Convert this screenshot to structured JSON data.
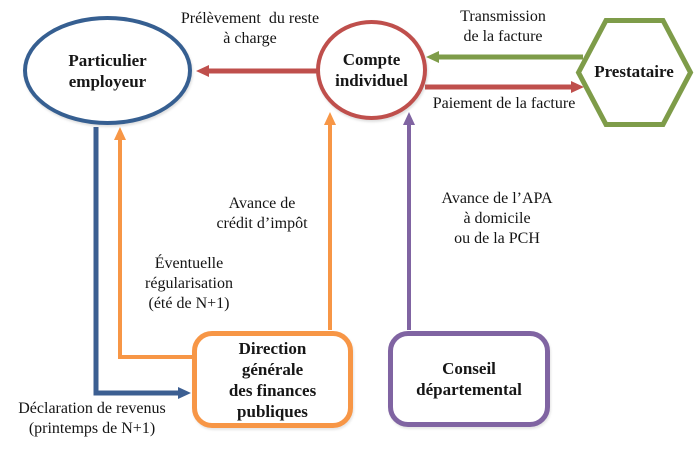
{
  "diagram": {
    "palette": {
      "red": "#BF4F4C",
      "green": "#7E9C49",
      "orange": "#F79646",
      "purple": "#8064A2",
      "blue": "#3C5F92"
    },
    "nodes": {
      "particulier": {
        "label": "Particulier\nemployeur",
        "shape": "ellipse",
        "color": "#365F91"
      },
      "compte": {
        "label": "Compte\nindividuel",
        "shape": "circle",
        "color": "#BF4F4C"
      },
      "prestataire": {
        "label": "Prestataire",
        "shape": "hexagon",
        "color": "#7E9C49"
      },
      "dgfip": {
        "label": "Direction\ngénérale\ndes finances\npubliques",
        "shape": "rounded-rect",
        "color": "#F79646"
      },
      "conseil": {
        "label": "Conseil\ndépartemental",
        "shape": "rounded-rect",
        "color": "#8064A2"
      }
    },
    "edges": {
      "prelevement": {
        "label": "Prélèvement  du reste\nà charge",
        "from": "compte",
        "to": "particulier",
        "color": "#BF4F4C"
      },
      "transmission": {
        "label": "Transmission\nde la facture",
        "from": "prestataire",
        "to": "compte",
        "color": "#7E9C49"
      },
      "paiement": {
        "label": "Paiement de la facture",
        "from": "compte",
        "to": "prestataire",
        "color": "#BF4F4C"
      },
      "avance_credit": {
        "label": "Avance de\ncrédit d’impôt",
        "from": "dgfip",
        "to": "compte",
        "color": "#F79646"
      },
      "avance_apa": {
        "label": "Avance de l’APA\nà domicile\nou de la PCH",
        "from": "conseil",
        "to": "compte",
        "color": "#8064A2"
      },
      "regularisation": {
        "label": "Éventuelle\nrégularisation\n(été de N+1)",
        "from": "dgfip",
        "to": "particulier",
        "color": "#F79646"
      },
      "declaration": {
        "label": "Déclaration de revenus\n(printemps de N+1)",
        "from": "particulier",
        "to": "dgfip",
        "color": "#3C5F92"
      }
    }
  }
}
